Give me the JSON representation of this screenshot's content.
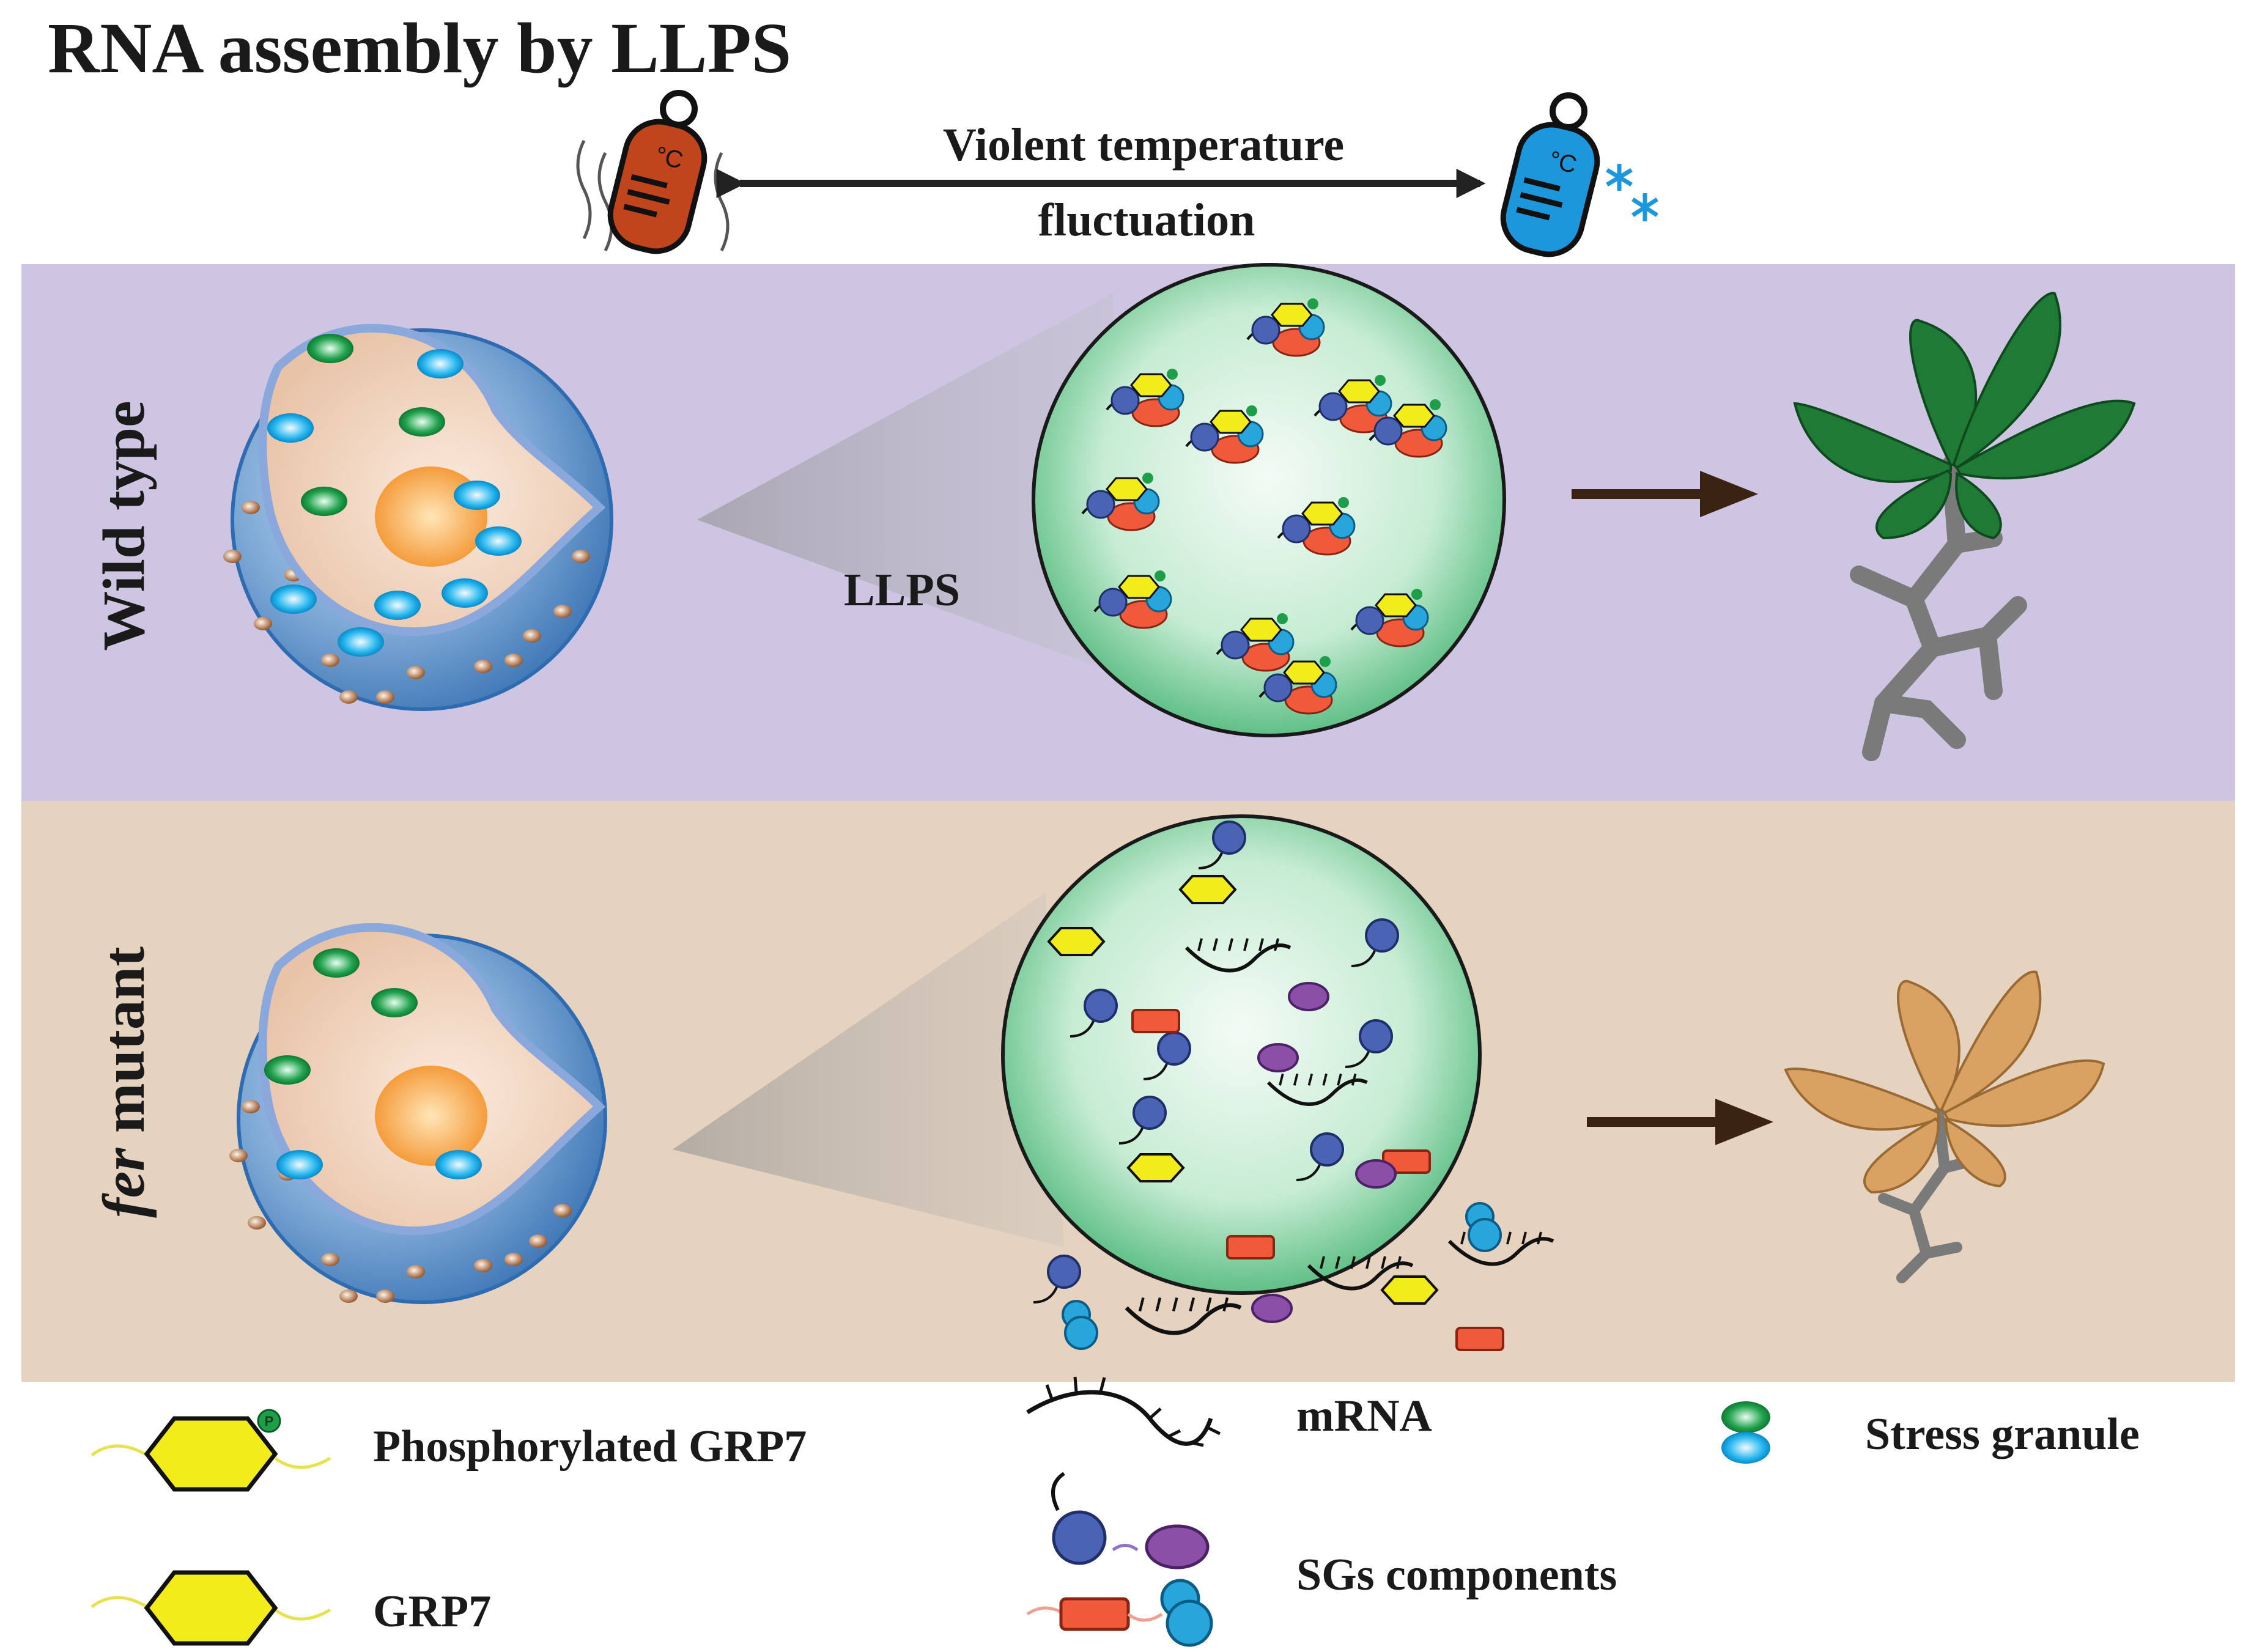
{
  "title": "RNA assembly by LLPS",
  "temperature": {
    "line1": "Violent temperature",
    "line2": "fluctuation",
    "hot_thermometer_unit": "°C",
    "cold_thermometer_unit": "°C"
  },
  "panels": {
    "wild_type": {
      "label": "Wild type",
      "process_label": "LLPS"
    },
    "fer_mutant": {
      "label_italic": "fer",
      "label_rest": " mutant"
    }
  },
  "legend": {
    "phosphorylated_grp7": "Phosphorylated GRP7",
    "grp7": "GRP7",
    "mrna": "mRNA",
    "sgs_components": "SGs components",
    "stress_granule": "Stress granule",
    "phospho_mark": "P"
  },
  "colors": {
    "wild_type_background": "#cdc5e2",
    "mutant_background": "#e5d2bf",
    "cell_shell": "#5b8fc8",
    "cytoplasm": "#f6dcc8",
    "nucleus": "#f7a84a",
    "condensate": "#b8e6c8",
    "grp7": "#f2ec1a",
    "phospho_dot": "#1f9e4a",
    "hot": "#c0441c",
    "cold": "#1c97dc",
    "healthy_plant": "#1f7a36",
    "wilted_plant": "#d9a262",
    "arrow": "#3b2314"
  }
}
